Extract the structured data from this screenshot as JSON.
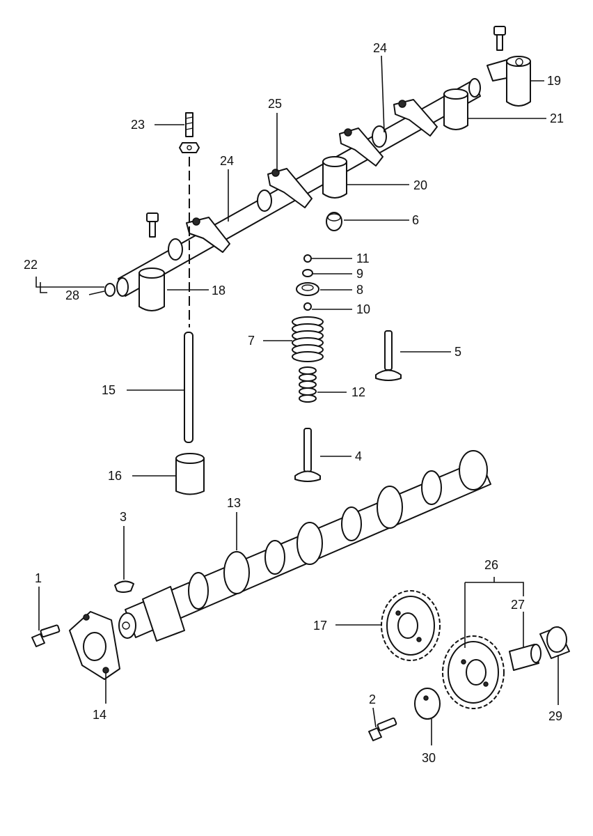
{
  "diagram": {
    "type": "exploded-parts-view",
    "colors": {
      "line": "#111111",
      "background": "#ffffff"
    },
    "callouts": [
      {
        "id": "c1",
        "label": "1"
      },
      {
        "id": "c2",
        "label": "2"
      },
      {
        "id": "c3",
        "label": "3"
      },
      {
        "id": "c4",
        "label": "4"
      },
      {
        "id": "c5",
        "label": "5"
      },
      {
        "id": "c6",
        "label": "6"
      },
      {
        "id": "c7",
        "label": "7"
      },
      {
        "id": "c8",
        "label": "8"
      },
      {
        "id": "c9",
        "label": "9"
      },
      {
        "id": "c10",
        "label": "10"
      },
      {
        "id": "c11",
        "label": "11"
      },
      {
        "id": "c12",
        "label": "12"
      },
      {
        "id": "c13",
        "label": "13"
      },
      {
        "id": "c14",
        "label": "14"
      },
      {
        "id": "c15",
        "label": "15"
      },
      {
        "id": "c16",
        "label": "16"
      },
      {
        "id": "c17",
        "label": "17"
      },
      {
        "id": "c18",
        "label": "18"
      },
      {
        "id": "c19",
        "label": "19"
      },
      {
        "id": "c20",
        "label": "20"
      },
      {
        "id": "c21",
        "label": "21"
      },
      {
        "id": "c22",
        "label": "22"
      },
      {
        "id": "c23",
        "label": "23"
      },
      {
        "id": "c24a",
        "label": "24"
      },
      {
        "id": "c24b",
        "label": "24"
      },
      {
        "id": "c25",
        "label": "25"
      },
      {
        "id": "c26",
        "label": "26"
      },
      {
        "id": "c27",
        "label": "27"
      },
      {
        "id": "c28",
        "label": "28"
      },
      {
        "id": "c29",
        "label": "29"
      },
      {
        "id": "c30",
        "label": "30"
      }
    ]
  }
}
